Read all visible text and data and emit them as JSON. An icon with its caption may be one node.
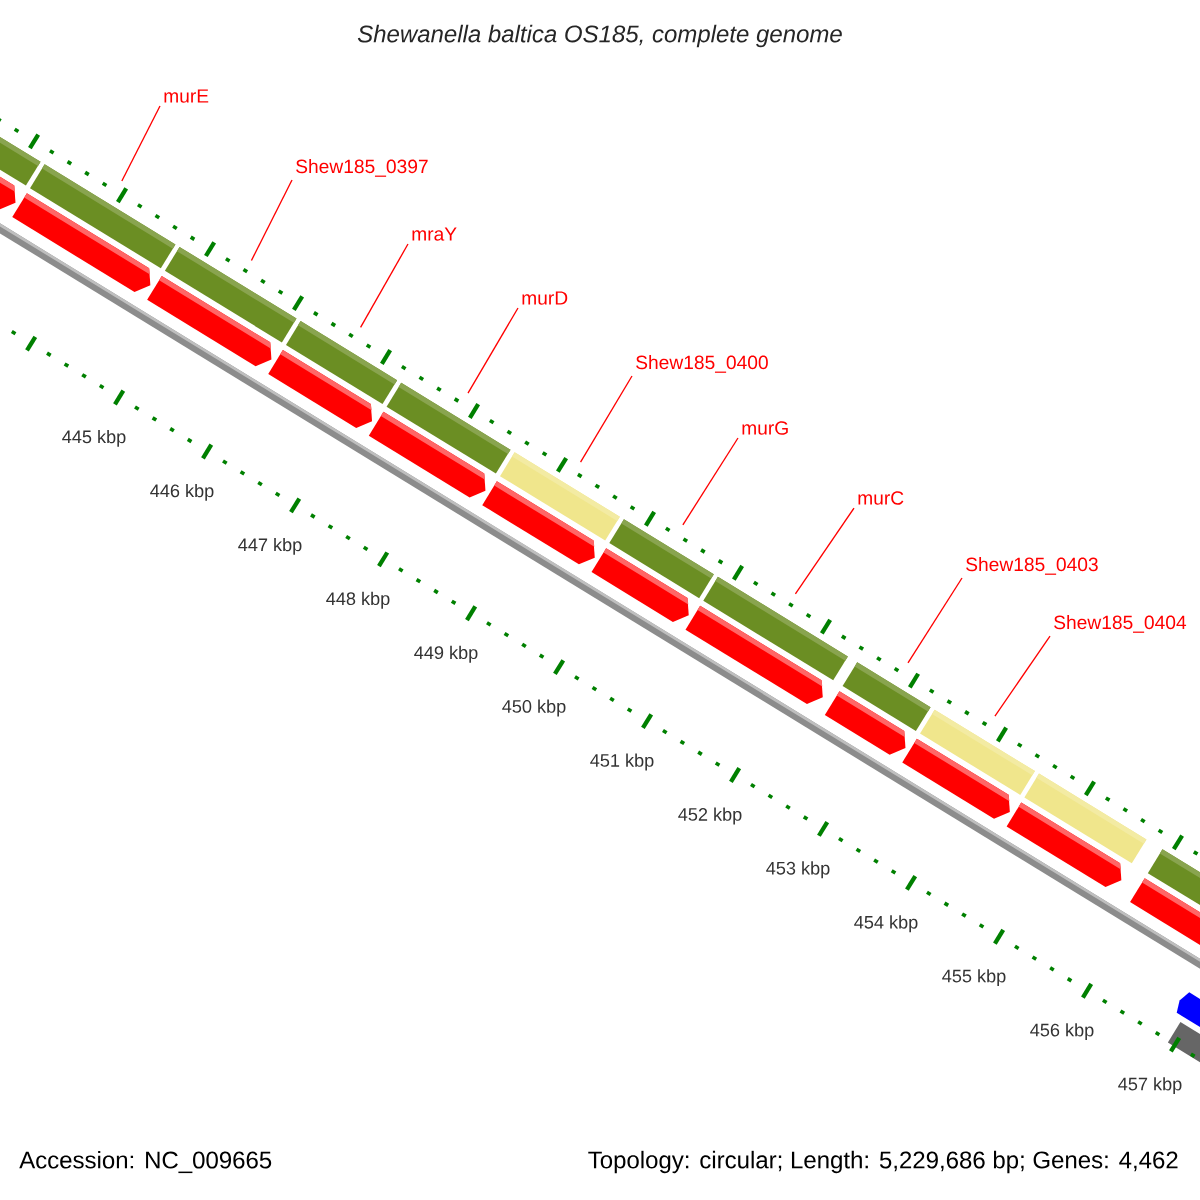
{
  "diagram": {
    "title": "Shewanella baltica OS185, complete genome",
    "nodes": [
      {
        "text": [
          "murE"
        ]
      },
      {
        "text": [
          "Shew185_0397"
        ]
      },
      {
        "text": [
          "mraY"
        ]
      },
      {
        "text": [
          "murD"
        ]
      },
      {
        "text": [
          "Shew185_0400"
        ]
      },
      {
        "text": [
          "murG"
        ]
      },
      {
        "text": [
          "murC"
        ]
      },
      {
        "text": [
          "Shew185_0403"
        ]
      },
      {
        "text": [
          "Shew185_0404"
        ]
      }
    ],
    "edges": [
      {
        "from": 0,
        "to": null,
        "arrow": "none"
      },
      {
        "from": 1,
        "to": null,
        "arrow": "none"
      },
      {
        "from": 2,
        "to": null,
        "arrow": "none"
      },
      {
        "from": 3,
        "to": null,
        "arrow": "none"
      },
      {
        "from": 4,
        "to": null,
        "arrow": "none"
      },
      {
        "from": 5,
        "to": null,
        "arrow": "none"
      },
      {
        "from": 6,
        "to": null,
        "arrow": "none"
      },
      {
        "from": 7,
        "to": null,
        "arrow": "none"
      },
      {
        "from": 8,
        "to": null,
        "arrow": "none"
      }
    ],
    "labels": [
      "445 kbp",
      "446 kbp",
      "447 kbp",
      "448 kbp",
      "449 kbp",
      "450 kbp",
      "451 kbp",
      "452 kbp",
      "453 kbp",
      "454 kbp",
      "455 kbp",
      "456 kbp",
      "457 kbp",
      "Accession: NC_009665",
      "Topology: circular; Length: 5,229,686 bp; Genes: 4,462"
    ]
  }
}
